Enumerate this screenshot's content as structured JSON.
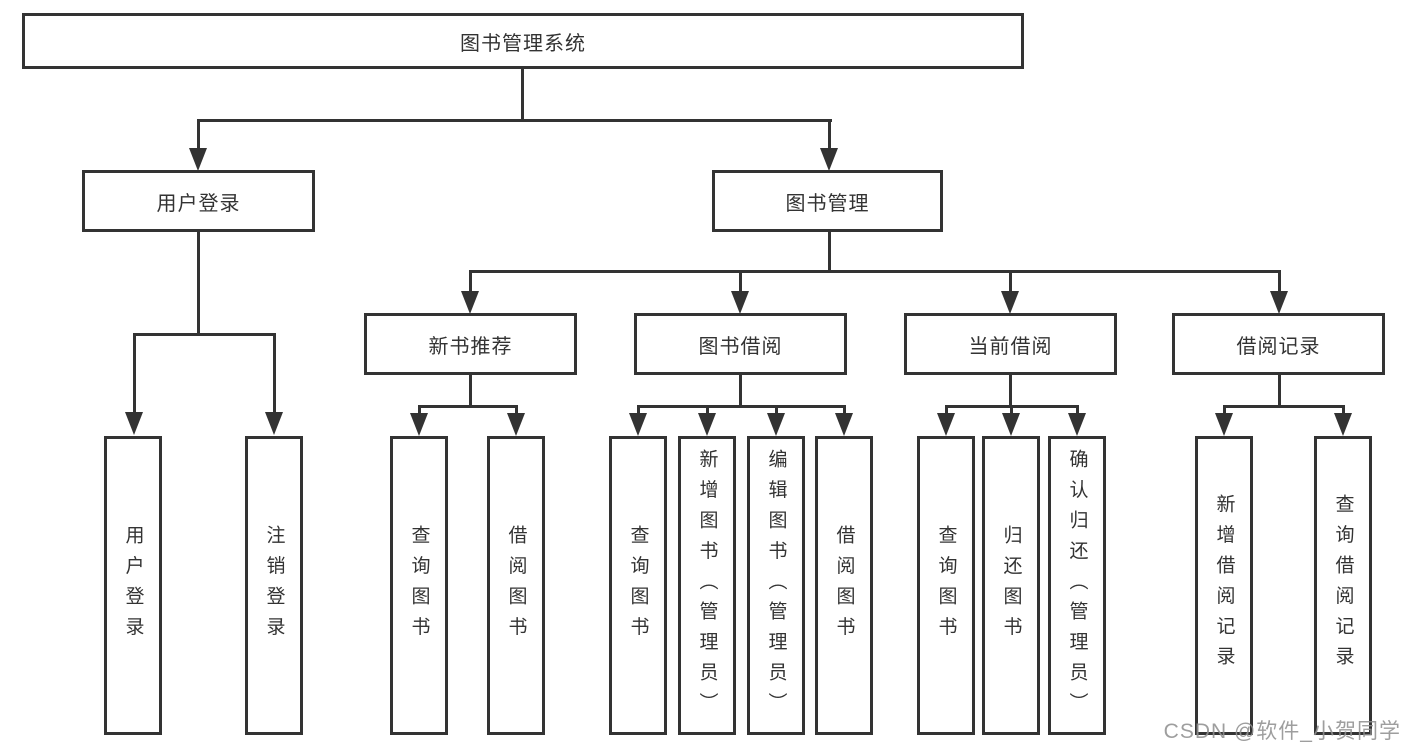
{
  "root": {
    "label": "图书管理系统"
  },
  "level2": {
    "user_login": {
      "label": "用户登录"
    },
    "book_management": {
      "label": "图书管理"
    }
  },
  "level3": {
    "new_book_recommend": {
      "label": "新书推荐"
    },
    "book_borrow": {
      "label": "图书借阅"
    },
    "current_borrow": {
      "label": "当前借阅"
    },
    "borrow_records": {
      "label": "借阅记录"
    }
  },
  "leaves": {
    "user_login": [
      "用户登录",
      "注销登录"
    ],
    "new_book_recommend": [
      "查询图书",
      "借阅图书"
    ],
    "book_borrow": [
      "查询图书",
      "新增图书（管理员）",
      "编辑图书（管理员）",
      "借阅图书"
    ],
    "current_borrow": [
      "查询图书",
      "归还图书",
      "确认归还（管理员）"
    ],
    "borrow_records": [
      "新增借阅记录",
      "查询借阅记录"
    ]
  },
  "watermark": "CSDN @软件_小贺同学",
  "colors": {
    "line": "#333333",
    "text": "#333333",
    "watermark": "#919191",
    "background": "#ffffff"
  }
}
